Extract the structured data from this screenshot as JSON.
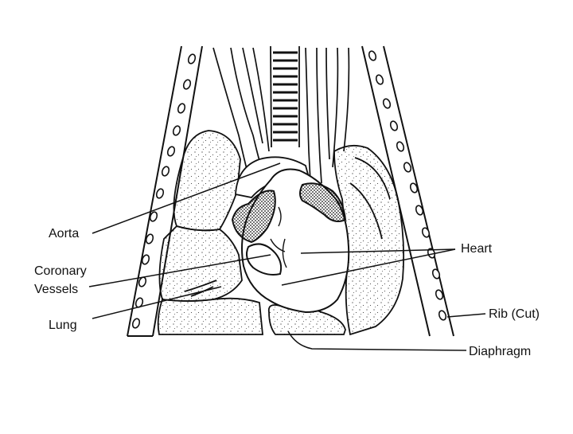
{
  "labels": {
    "aorta": "Aorta",
    "coronary_line1": "Coronary",
    "coronary_line2": "Vessels",
    "lung": "Lung",
    "heart": "Heart",
    "rib": "Rib (Cut)",
    "diaphragm": "Diaphragm"
  },
  "colors": {
    "ink": "#111111",
    "paper": "#ffffff"
  }
}
